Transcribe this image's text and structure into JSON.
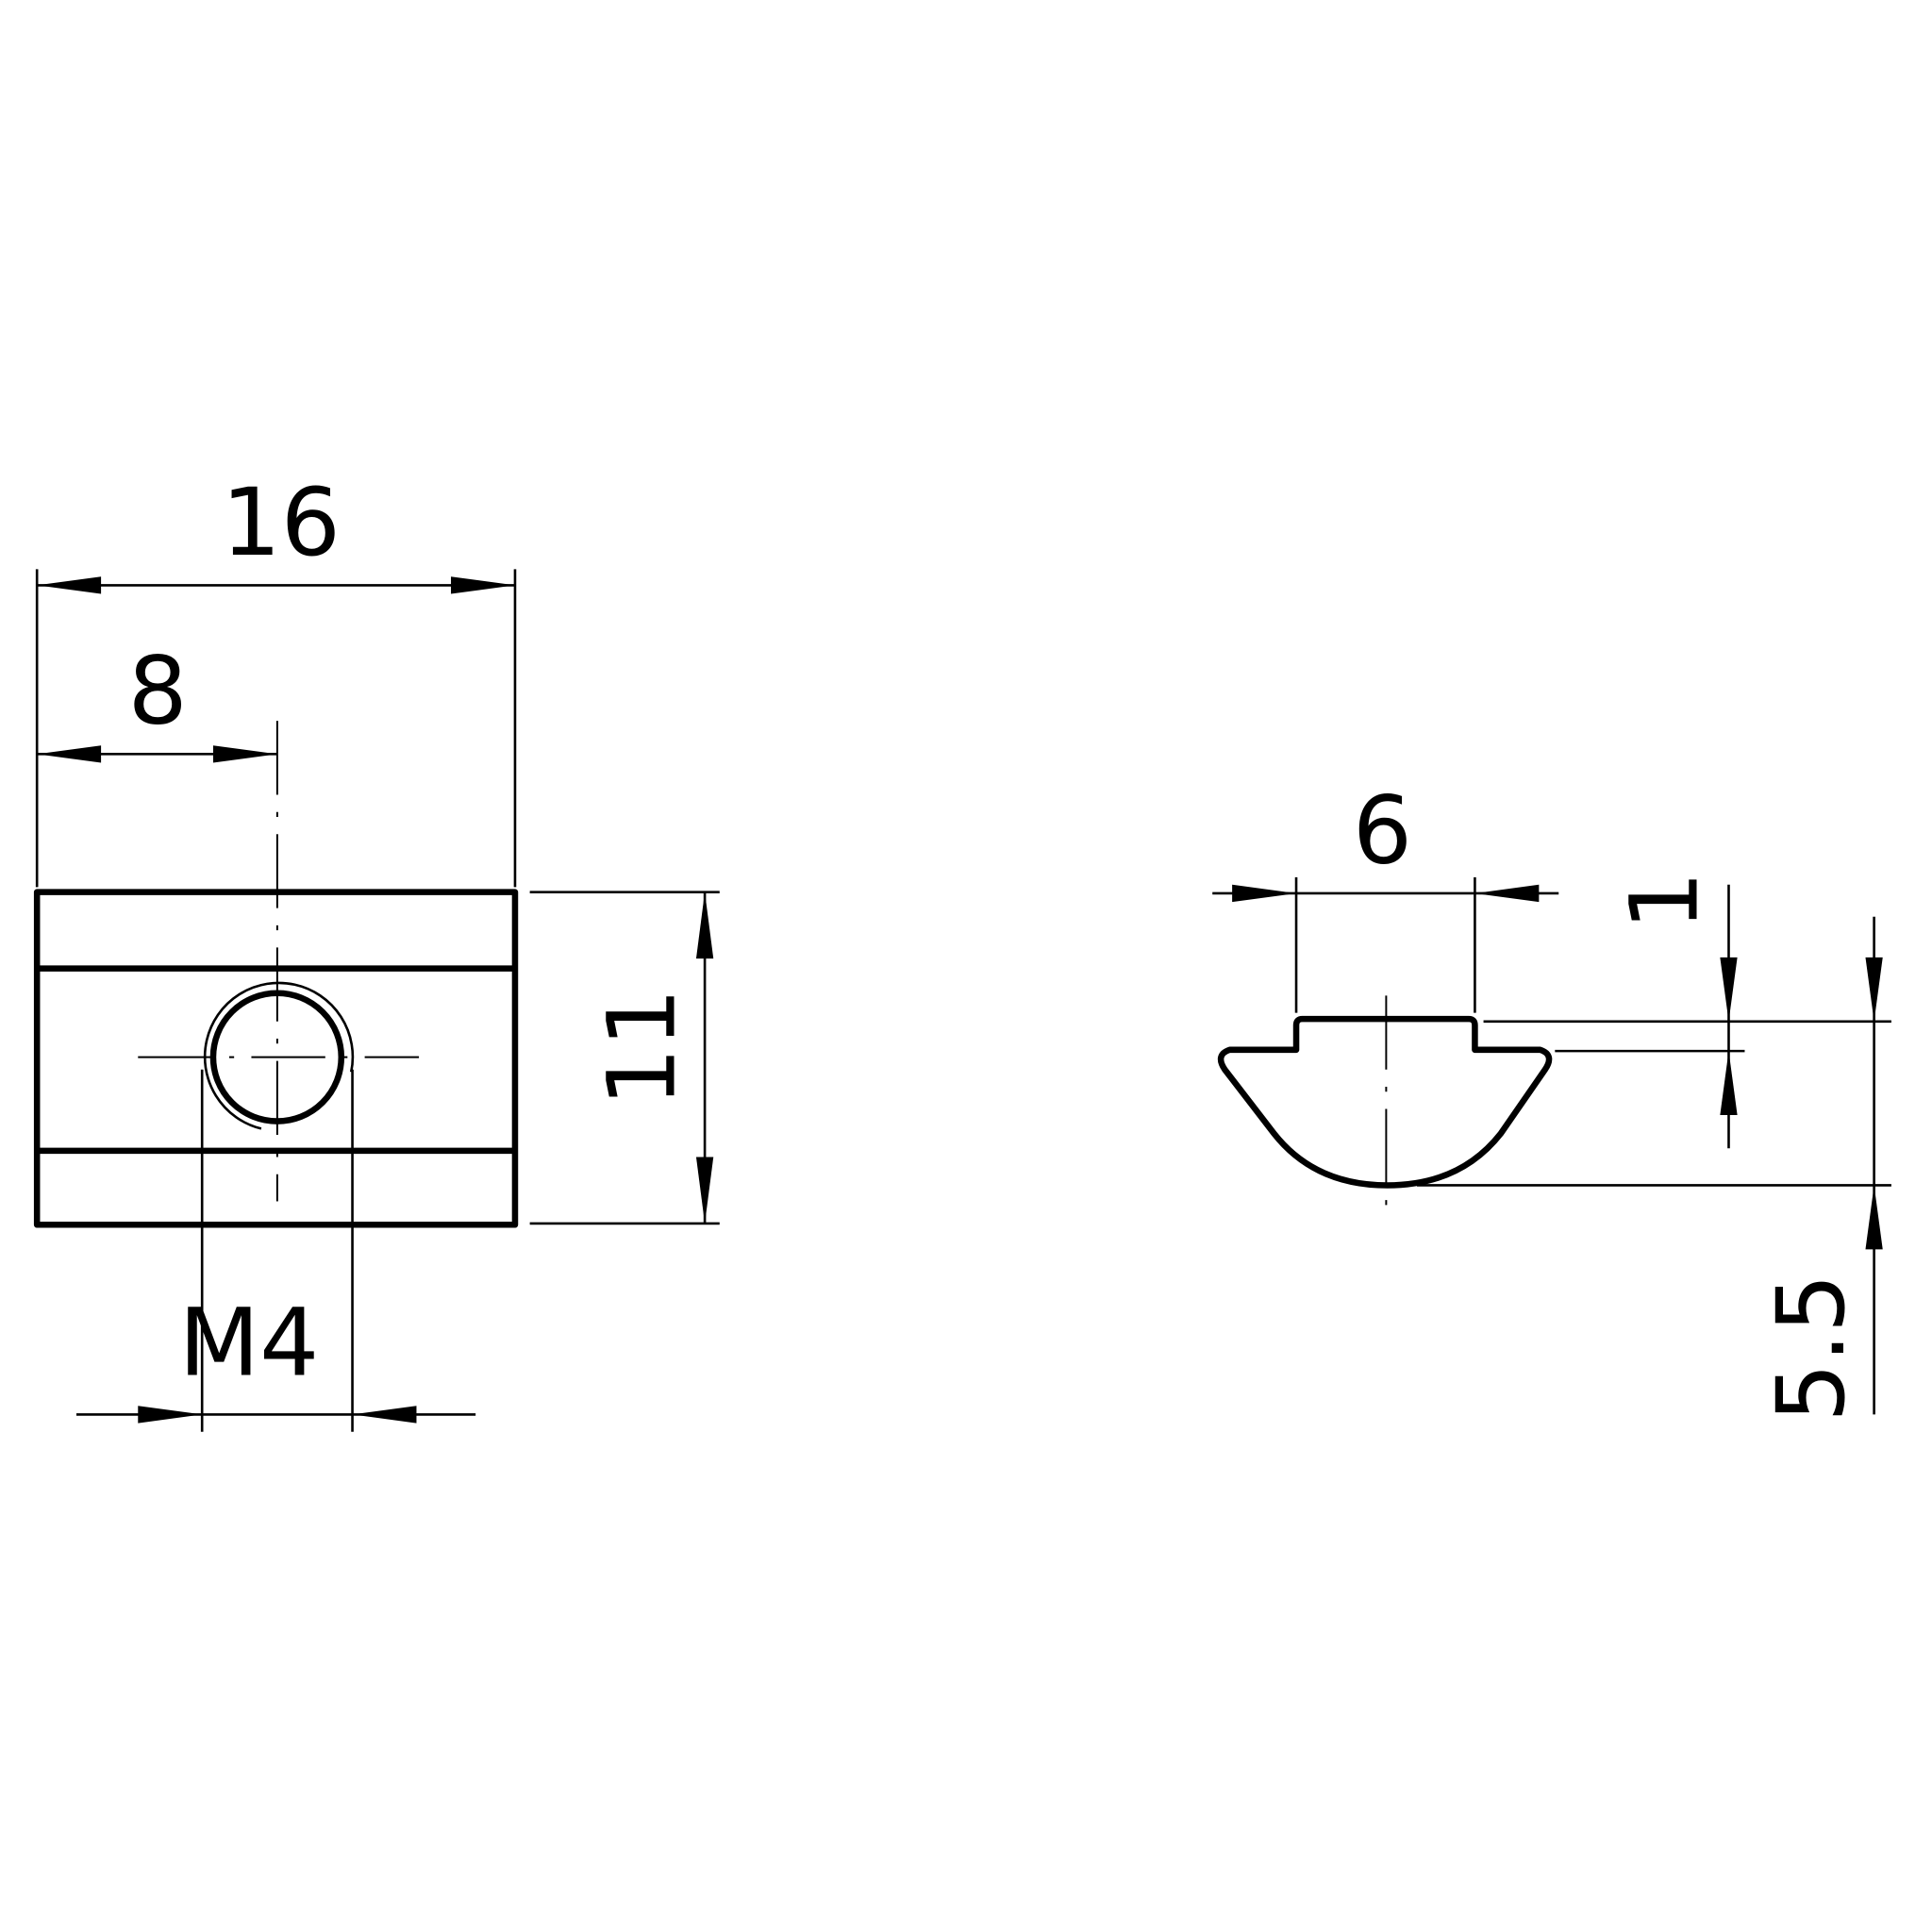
{
  "front_view": {
    "dimensions": {
      "overall_length": "16",
      "hole_offset": "8",
      "height": "11",
      "thread": "M4"
    }
  },
  "side_view": {
    "dimensions": {
      "neck_width": "6",
      "neck_height": "1",
      "body_depth": "5.5"
    }
  },
  "colors": {
    "line": "#000000",
    "background": "#ffffff"
  }
}
